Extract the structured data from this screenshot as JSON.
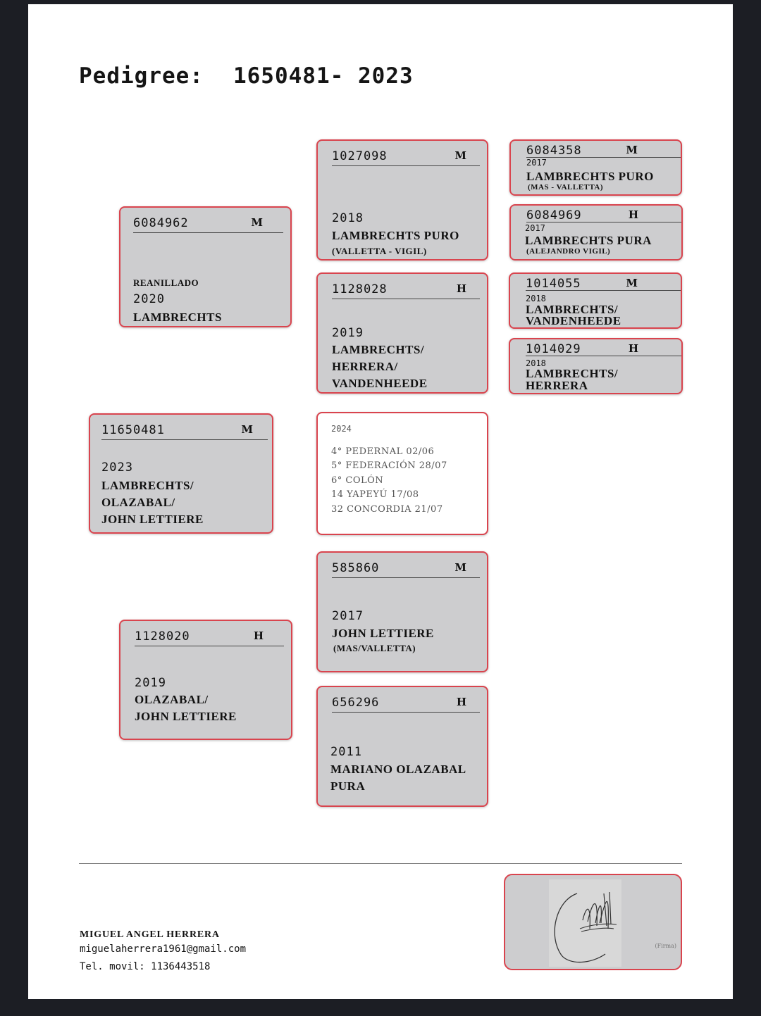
{
  "title": {
    "label": "Pedigree:",
    "number": "1650481- 2023"
  },
  "cards": {
    "subject": {
      "ring": "11650481",
      "sex": "M",
      "year": "2023",
      "l1": "LAMBRECHTS/",
      "l2": "OLAZABAL/",
      "l3": "JOHN LETTIERE"
    },
    "sire": {
      "ring": "6084962",
      "sex": "M",
      "note": "REANILLADO",
      "year": "2020",
      "l1": "LAMBRECHTS"
    },
    "dam": {
      "ring": "1128020",
      "sex": "H",
      "year": "2019",
      "l1": "OLAZABAL/",
      "l2": "JOHN LETTIERE"
    },
    "ss": {
      "ring": "1027098",
      "sex": "M",
      "year": "2018",
      "l1": "LAMBRECHTS PURO",
      "l2": "(VALLETTA - VIGIL)"
    },
    "sd": {
      "ring": "1128028",
      "sex": "H",
      "year": "2019",
      "l1": "LAMBRECHTS/",
      "l2": "HERRERA/",
      "l3": "VANDENHEEDE"
    },
    "ds": {
      "ring": "585860",
      "sex": "M",
      "year": "2017",
      "l1": "JOHN LETTIERE",
      "l2": "(MAS/VALLETTA)"
    },
    "dd": {
      "ring": "656296",
      "sex": "H",
      "year": "2011",
      "l1": "MARIANO OLAZABAL",
      "l2": "PURA"
    },
    "sss": {
      "ring": "6084358",
      "sex": "M",
      "year": "2017",
      "l1": "LAMBRECHTS PURO",
      "l2": "(MAS - VALLETTA)"
    },
    "ssd": {
      "ring": "6084969",
      "sex": "H",
      "year": "2017",
      "l1": "LAMBRECHTS PURA",
      "l2": "(ALEJANDRO VIGIL)"
    },
    "sds": {
      "ring": "1014055",
      "sex": "M",
      "year": "2018",
      "l1": "LAMBRECHTS/",
      "l2": "VANDENHEEDE"
    },
    "sdd": {
      "ring": "1014029",
      "sex": "H",
      "year": "2018",
      "l1": "LAMBRECHTS/",
      "l2": "HERRERA"
    }
  },
  "results": {
    "year": "2024",
    "items": [
      "4° PEDERNAL 02/06",
      "5° FEDERACIÓN 28/07",
      "6° COLÓN",
      "14 YAPEYÚ 17/08",
      "32 CONCORDIA 21/07"
    ]
  },
  "footer": {
    "name": "MIGUEL ANGEL HERRERA",
    "email": "miguelaherrera1961@gmail.com",
    "tel": "Tel. movil: 1136443518",
    "signature_caption": "(Firma)"
  },
  "colors": {
    "card_fill": "#cdcdcf",
    "card_border": "#d9444e",
    "background": "#1c1e24",
    "sheet": "#ffffff"
  }
}
